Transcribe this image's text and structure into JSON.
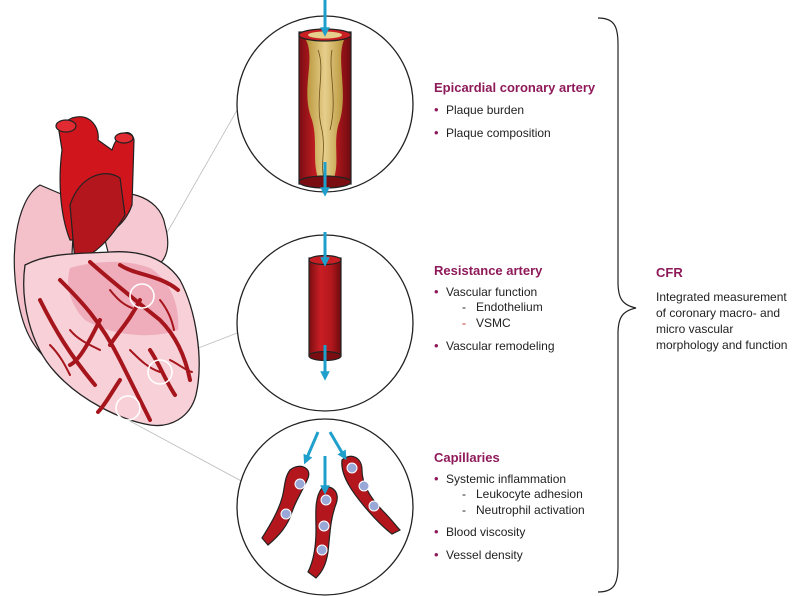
{
  "sections": [
    {
      "title": "Epicardial coronary artery",
      "items": [
        {
          "label": "Plaque burden",
          "subitems": []
        },
        {
          "label": "Plaque composition",
          "subitems": []
        }
      ]
    },
    {
      "title": "Resistance artery",
      "items": [
        {
          "label": "Vascular function",
          "subitems": [
            "Endothelium",
            "VSMC"
          ]
        },
        {
          "label": "Vascular remodeling",
          "subitems": []
        }
      ]
    },
    {
      "title": "Capillaries",
      "items": [
        {
          "label": "Systemic inflammation",
          "subitems": [
            "Leukocyte adhesion",
            "Neutrophil activation"
          ]
        },
        {
          "label": "Blood viscosity",
          "subitems": []
        },
        {
          "label": "Vessel density",
          "subitems": []
        }
      ]
    }
  ],
  "cfr": {
    "title": "CFR",
    "description": "Integrated measurement of coronary macro- and micro vascular morphology and function"
  },
  "colors": {
    "heading": "#8e1a5a",
    "vessel": "#b3171d",
    "vessel_dark": "#6d0c10",
    "plaque": "#d8b866",
    "arrow": "#1fa0cc",
    "heart_pink": "#f2b3c0",
    "cell": "#9aa8d8"
  },
  "icons": [
    "heart-illustration",
    "epicardial-artery-illustration",
    "resistance-artery-illustration",
    "capillaries-illustration",
    "flow-arrow-icon",
    "bracket-icon"
  ]
}
